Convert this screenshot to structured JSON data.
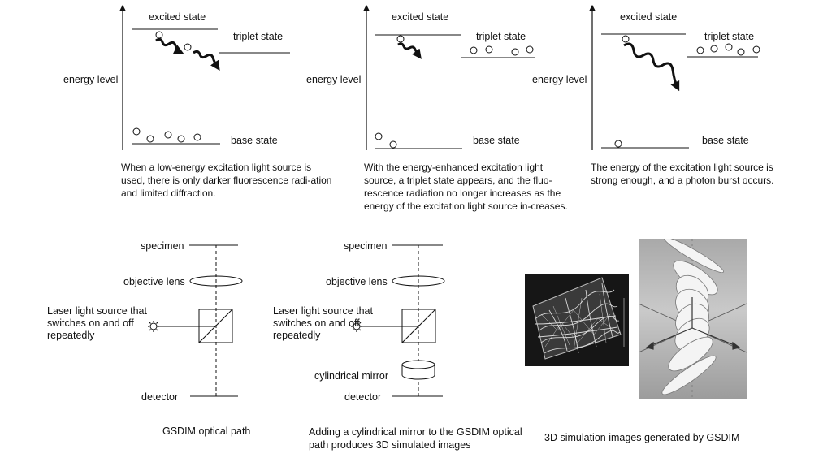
{
  "energy_panels": [
    {
      "excited_label": "excited state",
      "triplet_label": "triplet state",
      "axis_label": "energy level",
      "base_label": "base state",
      "caption": "When a low-energy excitation light source is used, there is only darker fluorescence radi-ation and limited diffraction."
    },
    {
      "excited_label": "excited state",
      "triplet_label": "triplet state",
      "axis_label": "energy level",
      "base_label": "base state",
      "caption": "With the energy-enhanced excitation light source, a triplet state appears, and the fluo-rescence radiation no longer increases as the energy of the excitation light source in-creases."
    },
    {
      "excited_label": "excited state",
      "triplet_label": "triplet state",
      "axis_label": "energy level",
      "base_label": "base state",
      "caption": "The energy of the excitation light source is strong enough, and a photon burst occurs."
    }
  ],
  "optical_paths": [
    {
      "specimen_label": "specimen",
      "objective_label": "objective lens",
      "laser_label": "Laser light source that switches on and off repeatedly",
      "detector_label": "detector",
      "caption": "GSDIM optical path"
    },
    {
      "specimen_label": "specimen",
      "objective_label": "objective lens",
      "laser_label": "Laser light source that switches on and off repeatedly",
      "cylindrical_label": "cylindrical mirror",
      "detector_label": "detector",
      "caption": "Adding a cylindrical mirror to the GSDIM optical path produces 3D simulated images"
    }
  ],
  "simulation": {
    "caption": "3D simulation images generated by GSDIM"
  }
}
